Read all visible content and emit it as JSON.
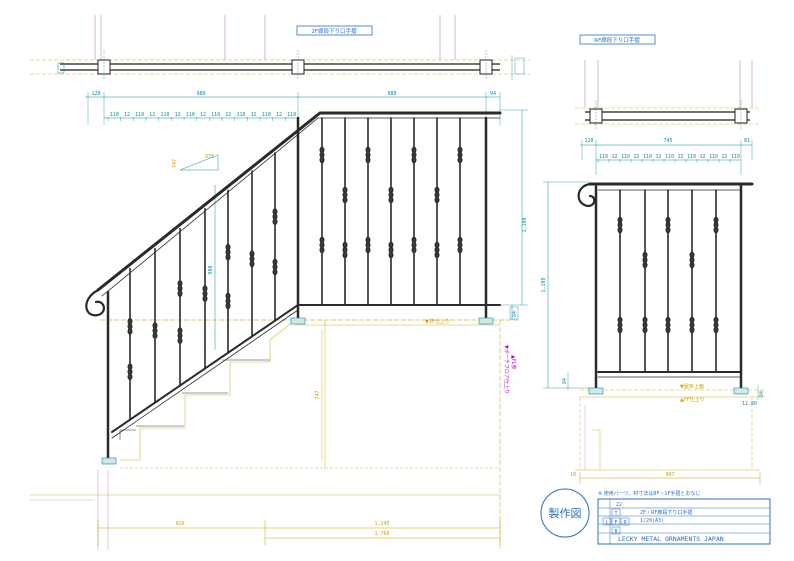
{
  "colors": {
    "rail": "#2a2a2a",
    "dimension": "#0a8fa0",
    "floor": "#d6b23a",
    "wall": "#d1a3d1",
    "label_box": "#2d6fc6"
  },
  "left_view": {
    "title": "2F廊段下り口手摺",
    "top_dims": [
      "120",
      "980",
      "980",
      "94"
    ],
    "spacing_row": [
      "110",
      "12",
      "110",
      "12",
      "110",
      "12",
      "110",
      "12",
      "110",
      "12",
      "110",
      "12",
      "110",
      "12",
      "110"
    ],
    "dim_height": "1,100",
    "dim_baluster": "900",
    "dim_small": "84",
    "dim_vertical": "747",
    "slope_label": "978",
    "slope_label_v": "747",
    "level_note": "▼2F仕上り",
    "side_note": "▼ポーチフロア仕上り",
    "side_note2": "▲FL参",
    "bottom_dims": [
      "920",
      "1,245",
      "1,760"
    ]
  },
  "right_view": {
    "title": "RF廊段下り口手摺",
    "top_dims": [
      "120",
      "745",
      "81"
    ],
    "spacing_row": [
      "110",
      "12",
      "110",
      "12",
      "110",
      "12",
      "110",
      "12",
      "110",
      "12",
      "110",
      "12",
      "110"
    ],
    "dim_height": "1,100",
    "dim_small": "84",
    "dim_side": "84",
    "dim_bottom_right": "12.80",
    "level_note": "▼屋床上面",
    "level_note2": "▲FF仕上り",
    "bottom_dims": [
      "907"
    ],
    "bottom_left_small": "10"
  },
  "title_block": {
    "stamp": "製作図",
    "note": "※ 使用パーツ、材寸法は8F・1F手摺とおなじ",
    "row_no": "22",
    "row_name": "2F・RF廊段下り口手摺",
    "row_scale": "1/20(A3)",
    "company": "LECKY METAL ORNAMENTS JAPAN",
    "cells": [
      "T",
      "L",
      "F",
      "R",
      "B"
    ]
  }
}
